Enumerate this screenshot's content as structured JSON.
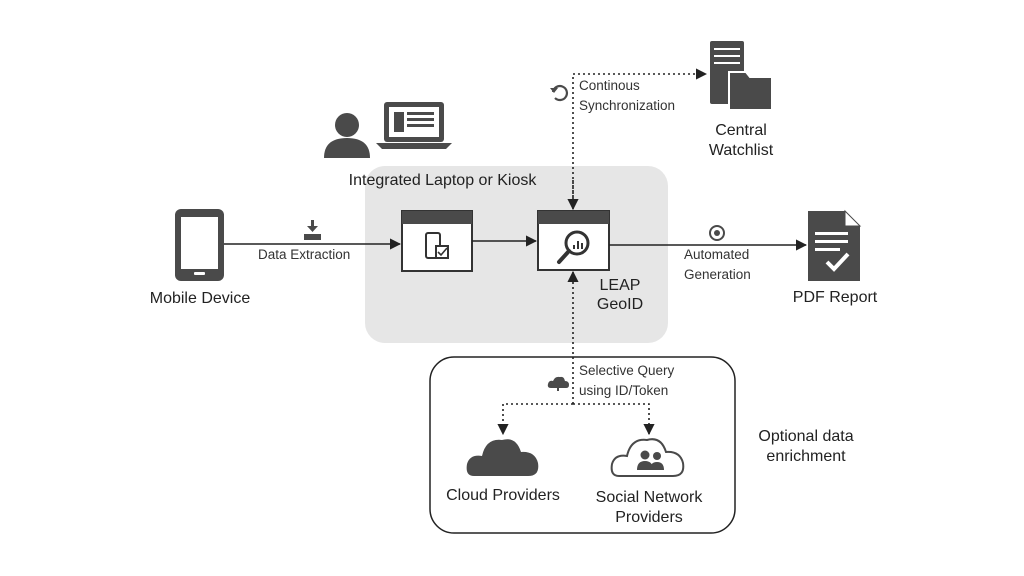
{
  "nodes": {
    "mobile_device": "Mobile Device",
    "laptop_group": "Integrated Laptop or Kiosk",
    "leap_line1": "LEAP",
    "leap_line2": "GeoID",
    "central_line1": "Central",
    "central_line2": "Watchlist",
    "pdf_report": "PDF Report",
    "cloud_providers": "Cloud Providers",
    "social_line1": "Social Network",
    "social_line2": "Providers",
    "optional_line1": "Optional data",
    "optional_line2": "enrichment"
  },
  "edges": {
    "data_extraction": "Data Extraction",
    "sync_line1": "Continous",
    "sync_line2": "Synchronization",
    "auto_line1": "Automated",
    "auto_line2": "Generation",
    "query_line1": "Selective Query",
    "query_line2": "using ID/Token"
  },
  "colors": {
    "icon_dark": "#4a4a4a",
    "group_fill": "#e6e6e6",
    "line": "#222222"
  }
}
